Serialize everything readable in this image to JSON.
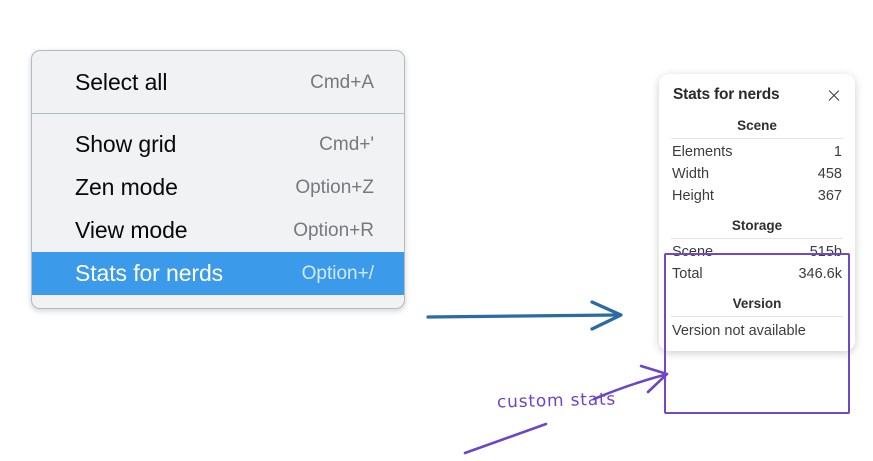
{
  "context_menu": {
    "name": "canvas-context-menu",
    "groups": [
      {
        "items": [
          {
            "label": "Select all",
            "shortcut": "Cmd+A",
            "selected": false
          }
        ]
      },
      {
        "items": [
          {
            "label": "Show grid",
            "shortcut": "Cmd+'",
            "selected": false
          },
          {
            "label": "Zen mode",
            "shortcut": "Option+Z",
            "selected": false
          },
          {
            "label": "View mode",
            "shortcut": "Option+R",
            "selected": false
          },
          {
            "label": "Stats for nerds",
            "shortcut": "Option+/",
            "selected": true
          }
        ]
      }
    ]
  },
  "stats_panel": {
    "title": "Stats for nerds",
    "close_icon": "close-icon",
    "sections": [
      {
        "title": "Scene",
        "rows": [
          {
            "key": "Elements",
            "value": "1"
          },
          {
            "key": "Width",
            "value": "458"
          },
          {
            "key": "Height",
            "value": "367"
          }
        ]
      },
      {
        "title": "Storage",
        "rows": [
          {
            "key": "Scene",
            "value": "515b"
          },
          {
            "key": "Total",
            "value": "346.6k"
          }
        ]
      },
      {
        "title": "Version",
        "single": "Version not available"
      }
    ]
  },
  "annotations": {
    "custom_stats_label": "custom stats",
    "arrow_blue_color": "#2A6BA5",
    "arrow_purple_color": "#6B46C8",
    "highlight_box_color": "#7048C8"
  },
  "colors": {
    "menu_background": "#F1F2F4",
    "menu_border": "#B4BAC4",
    "selection_blue": "#3C9AEB",
    "shortcut_gray": "#77797D",
    "panel_background": "#FFFFFF"
  }
}
